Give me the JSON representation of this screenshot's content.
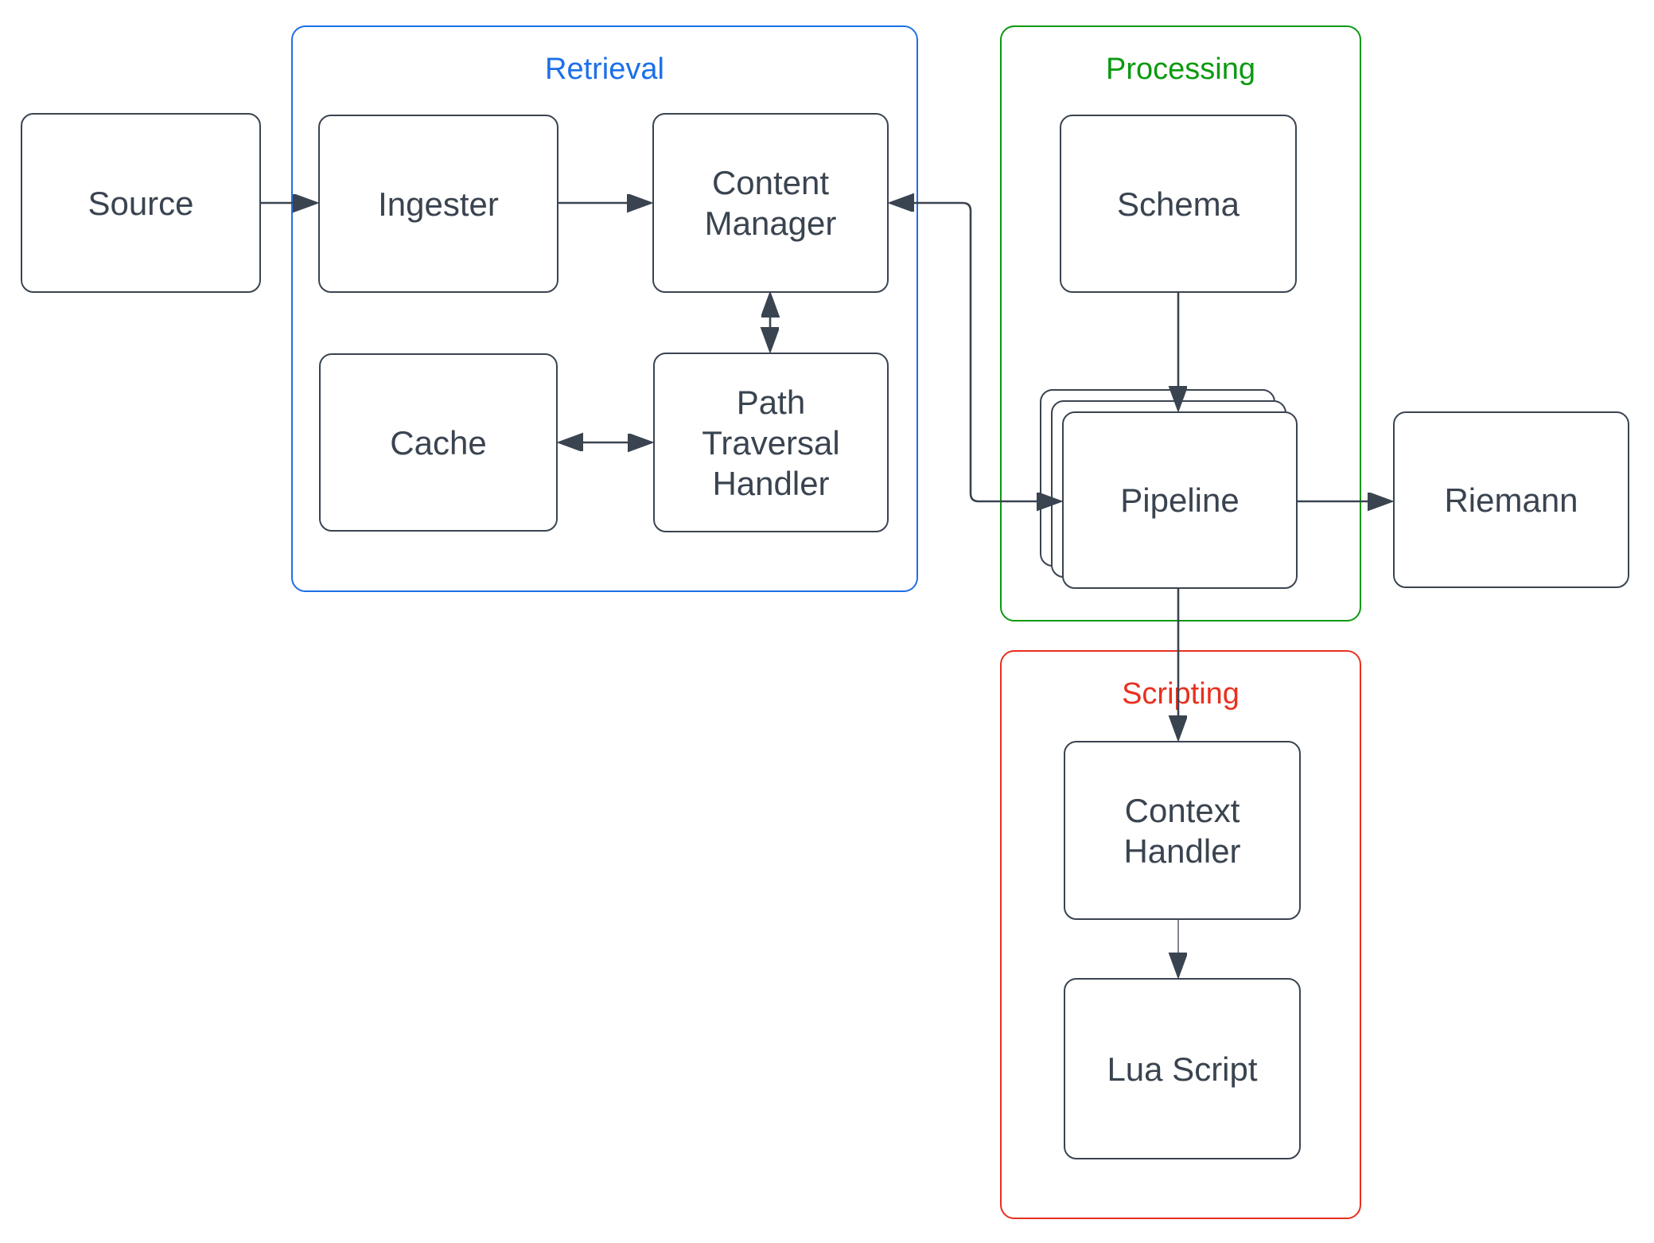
{
  "diagram": {
    "background": "#ffffff",
    "ink_color": "#3a4450",
    "groups": {
      "retrieval": {
        "label": "Retrieval",
        "color": "#1d70e8"
      },
      "processing": {
        "label": "Processing",
        "color": "#0b9a10"
      },
      "scripting": {
        "label": "Scripting",
        "color": "#e8301f"
      }
    },
    "nodes": {
      "source": {
        "label": "Source"
      },
      "ingester": {
        "label": "Ingester"
      },
      "content_manager": {
        "label": "Content Manager"
      },
      "cache": {
        "label": "Cache"
      },
      "path_traversal_handler": {
        "label": "Path Traversal Handler"
      },
      "schema": {
        "label": "Schema"
      },
      "pipeline": {
        "label": "Pipeline",
        "stacked_copies": 3
      },
      "riemann": {
        "label": "Riemann"
      },
      "context_handler": {
        "label": "Context Handler"
      },
      "lua_script": {
        "label": "Lua Script"
      }
    },
    "edges": [
      {
        "from": "source",
        "to": "ingester",
        "arrows": "end"
      },
      {
        "from": "ingester",
        "to": "content_manager",
        "arrows": "end"
      },
      {
        "from": "content_manager",
        "to": "path_traversal_handler",
        "arrows": "both"
      },
      {
        "from": "cache",
        "to": "path_traversal_handler",
        "arrows": "both"
      },
      {
        "from": "pipeline",
        "to": "content_manager",
        "arrows": "both"
      },
      {
        "from": "schema",
        "to": "pipeline",
        "arrows": "end"
      },
      {
        "from": "pipeline",
        "to": "riemann",
        "arrows": "end"
      },
      {
        "from": "pipeline",
        "to": "context_handler",
        "arrows": "end"
      },
      {
        "from": "context_handler",
        "to": "lua_script",
        "arrows": "end"
      }
    ]
  }
}
